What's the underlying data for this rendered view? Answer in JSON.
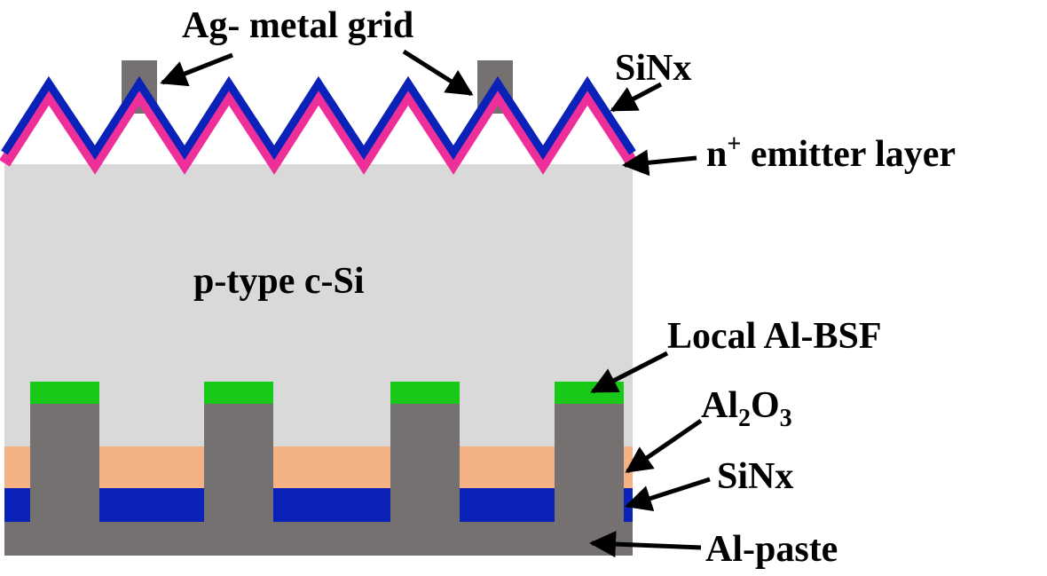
{
  "labels": {
    "ag_grid": "Ag- metal grid",
    "sinx_top": "SiNx",
    "emitter_n": "n",
    "emitter_sup": "+",
    "emitter_rest": " emitter layer",
    "substrate": "p-type c-Si",
    "bsf": "Local Al-BSF",
    "al2o3_al": "Al",
    "al2o3_sub1": "2",
    "al2o3_o": "O",
    "al2o3_sub2": "3",
    "sinx_bottom": "SiNx",
    "al_paste": "Al-paste"
  },
  "colors": {
    "silicon": "#d9d9d9",
    "metal": "#767171",
    "sinx": "#0a22b8",
    "emitter": "#ee2f9a",
    "bsf": "#18c918",
    "al2o3": "#f4b183",
    "arrow": "#000000"
  }
}
